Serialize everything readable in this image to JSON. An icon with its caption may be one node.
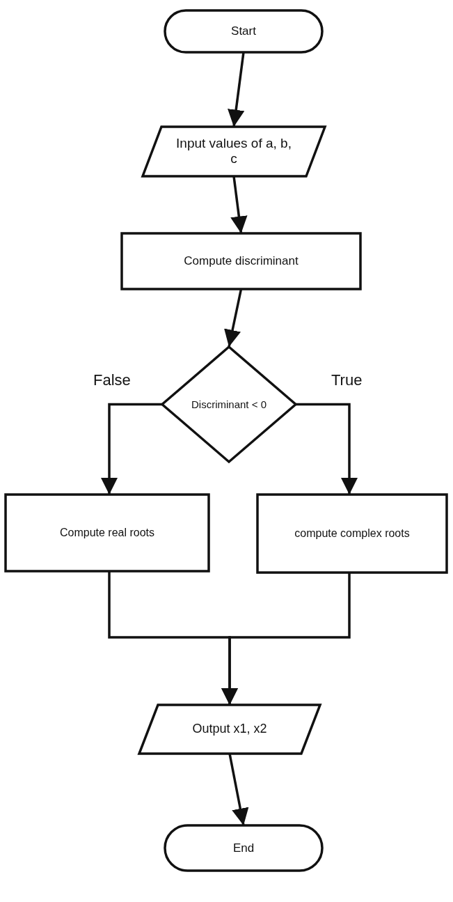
{
  "diagram": {
    "nodes": [
      {
        "text": [
          "Start"
        ]
      },
      {
        "text": [
          "Input values of a, b, c"
        ]
      },
      {
        "text": [
          "Compute discriminant"
        ]
      },
      {
        "text": [
          "Discriminant < 0"
        ]
      },
      {
        "text": [
          "Compute real roots"
        ]
      },
      {
        "text": [
          "compute complex roots"
        ]
      },
      {
        "text": [
          "Output x1, x2"
        ]
      },
      {
        "text": [
          "End"
        ]
      }
    ],
    "edges": [
      {
        "from": 0,
        "to": 1,
        "arrow": "to"
      },
      {
        "from": 1,
        "to": 2,
        "arrow": "to"
      },
      {
        "from": 2,
        "to": 3,
        "arrow": "to"
      },
      {
        "from": 3,
        "to": 4,
        "arrow": "to",
        "label": "False"
      },
      {
        "from": 3,
        "to": 5,
        "arrow": "to",
        "label": "True"
      },
      {
        "from": 4,
        "to": 6,
        "arrow": "to"
      },
      {
        "from": 5,
        "to": 6,
        "arrow": "to"
      },
      {
        "from": 6,
        "to": 7,
        "arrow": "to"
      }
    ]
  }
}
